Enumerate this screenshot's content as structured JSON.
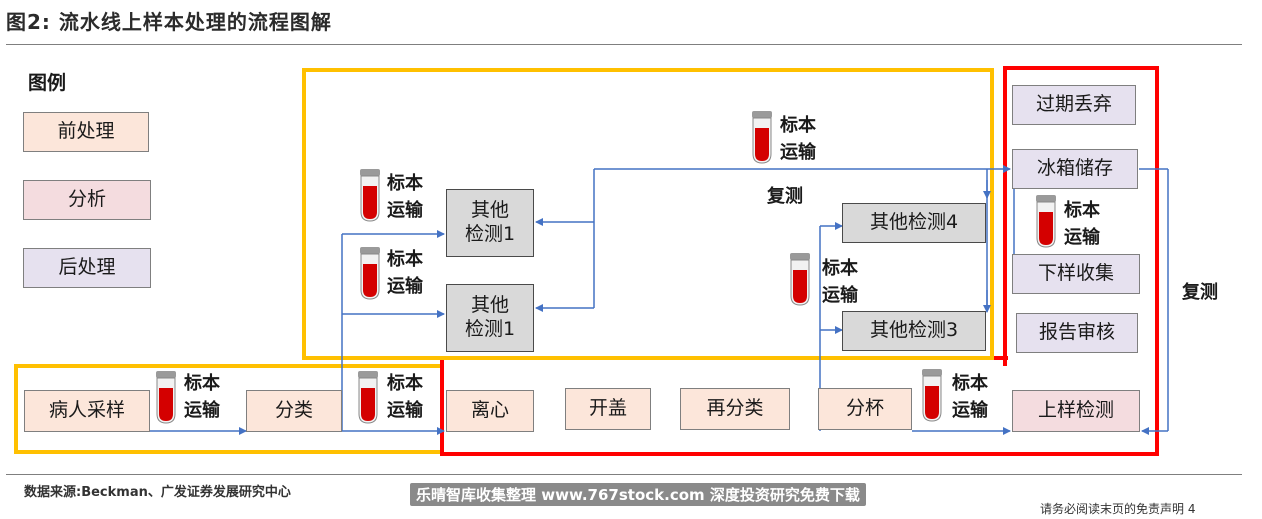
{
  "title": "图2:  流水线上样本处理的流程图解",
  "legend": {
    "heading": "图例",
    "items": [
      "前处理",
      "分析",
      "后处理"
    ]
  },
  "nodes": {
    "patient_sampling": "病人采样",
    "classify": "分类",
    "centrifuge": "离心",
    "uncap": "开盖",
    "reclassify": "再分类",
    "aliquot": "分杯",
    "load_test": "上样检测",
    "other_test_1a": "其他\n检测1",
    "other_test_1b": "其他\n检测1",
    "other_test_4": "其他检测4",
    "other_test_3": "其他检测3",
    "expired_discard": "过期丢弃",
    "fridge_storage": "冰箱储存",
    "unload_collect": "下样收集",
    "report_review": "报告审核"
  },
  "transport_label": "标本\n运输",
  "retest_label": "复测",
  "source": "数据来源:Beckman、广发证券发展研究中心",
  "watermark": "乐晴智库收集整理 www.767stock.com 深度投资研究免费下载",
  "disclaimer": "请务必阅读末页的免责声明  4",
  "colors": {
    "pre_processing": "#fce6da",
    "analysis": "#f4dcdf",
    "post_processing": "#e6e1ef",
    "frame_yellow": "#ffc000",
    "frame_red": "#ff0000",
    "arrow": "#4472c4",
    "tube_red": "#d40000"
  }
}
